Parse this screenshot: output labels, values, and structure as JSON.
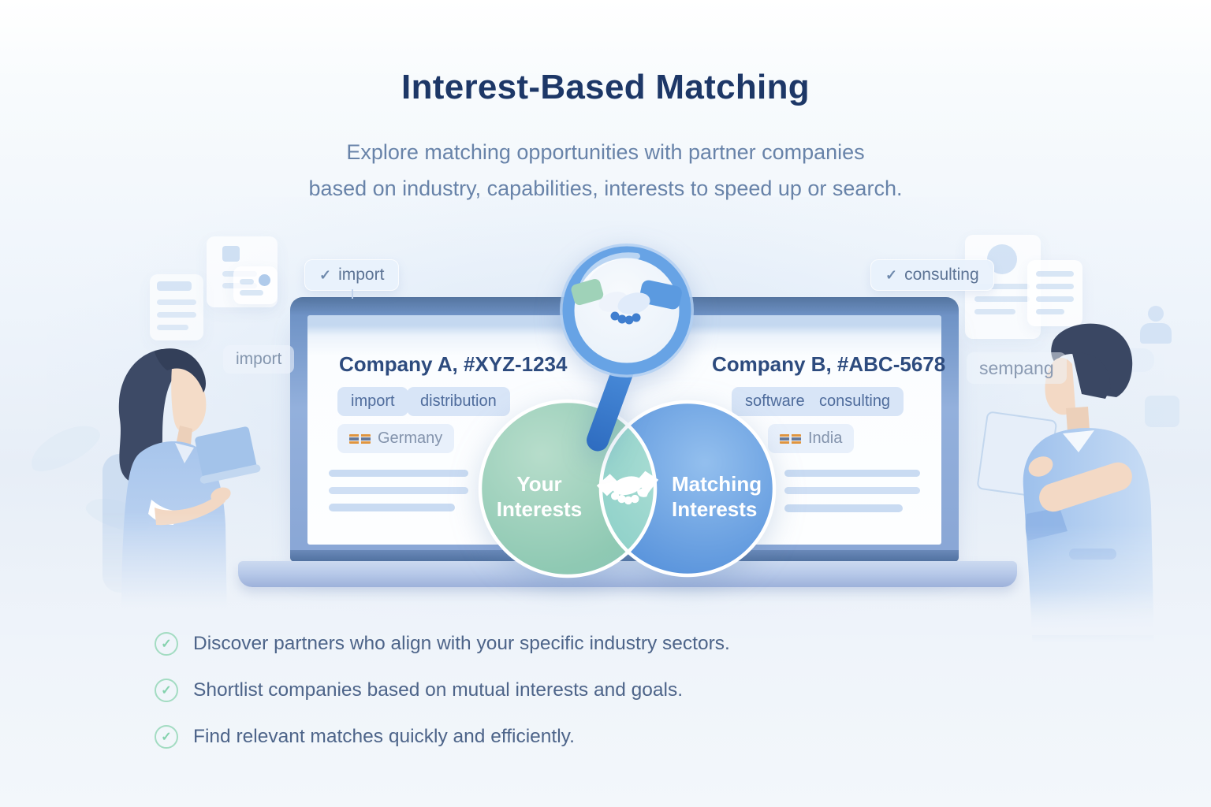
{
  "header": {
    "title": "Interest-Based Matching",
    "subtitle_line1": "Explore matching opportunities with partner companies",
    "subtitle_line2": "based on industry, capabilities, interests to speed up or search."
  },
  "icons": {
    "check": "✓"
  },
  "floating_tags": {
    "import_checked": "import",
    "import_faded": "import",
    "consulting_checked": "consulting",
    "sempang": "sempang"
  },
  "laptop": {
    "company_a": {
      "title": "Company A, #XYZ-1234",
      "tags": [
        "import",
        "distribution"
      ],
      "country": "Germany"
    },
    "company_b": {
      "title": "Company B, #ABC-5678",
      "tags": [
        "software",
        "consulting"
      ],
      "country": "India"
    }
  },
  "venn": {
    "left": {
      "line1": "Your",
      "line2": "Interests"
    },
    "right": {
      "line1": "Matching",
      "line2": "Interests"
    }
  },
  "features": [
    {
      "text": "Discover partners who align with your specific industry sectors."
    },
    {
      "text": "Shortlist companies based on mutual interests and goals."
    },
    {
      "text": "Find relevant matches quickly and efficiently."
    }
  ],
  "colors": {
    "title": "#1d3767",
    "subtitle": "#6883a9",
    "laptop_frame": "#89a6d5",
    "tag_pill_bg": "#d8e5f7",
    "venn_green": "#8fc9b3",
    "venn_blue": "#5792db",
    "venn_overlap": "#8fd0c8",
    "check_green": "#84d2ad",
    "feature_text": "#4d6489"
  }
}
